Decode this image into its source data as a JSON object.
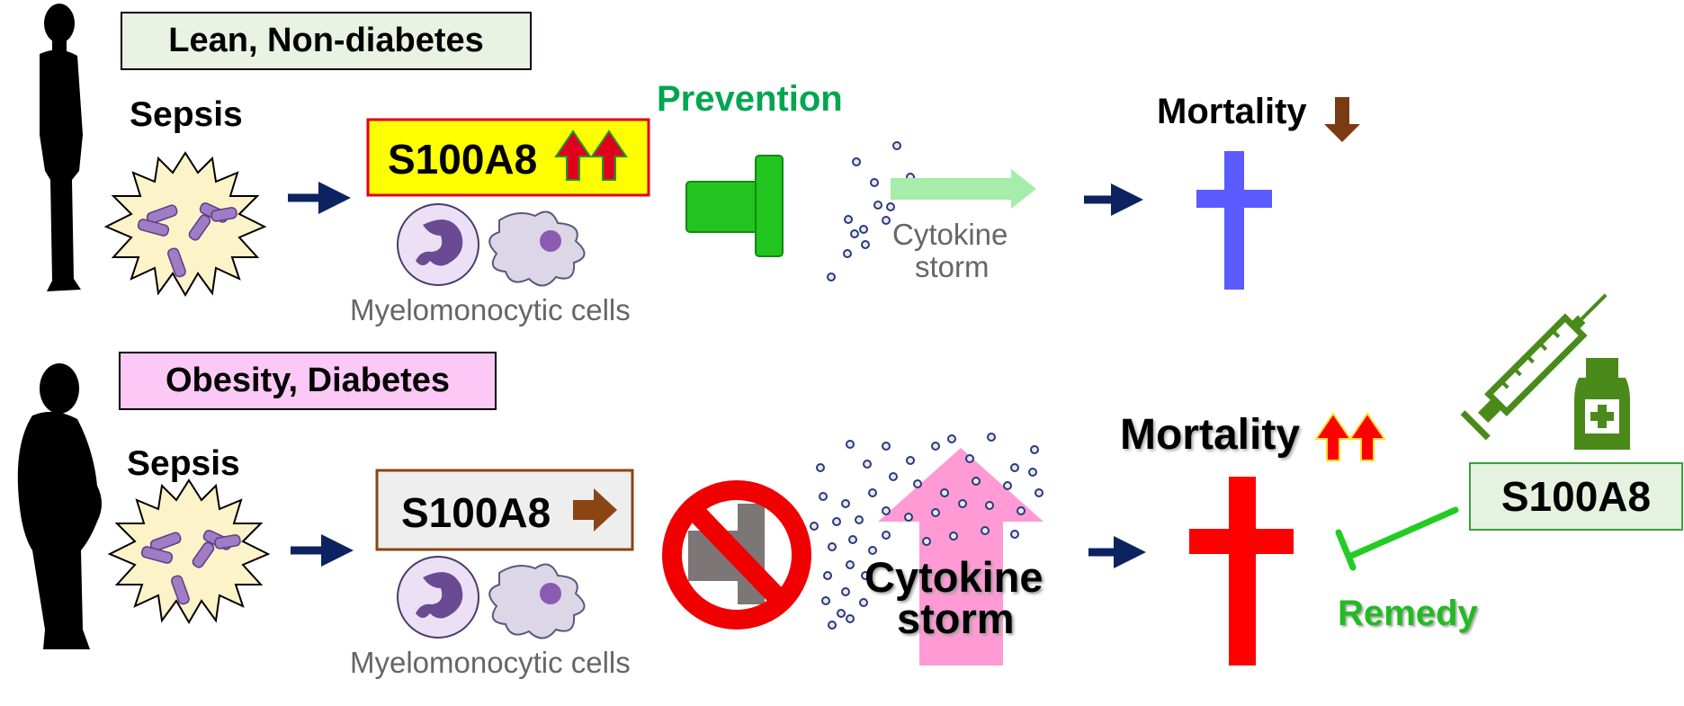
{
  "top_row": {
    "condition_label": "Lean, Non-diabetes",
    "sepsis_label": "Sepsis",
    "protein_label": "S100A8",
    "cells_label": "Myelomonocytic cells",
    "prevention_label": "Prevention",
    "cytokine_label_line1": "Cytokine",
    "cytokine_label_line2": "storm",
    "mortality_label": "Mortality"
  },
  "bottom_row": {
    "condition_label": "Obesity, Diabetes",
    "sepsis_label": "Sepsis",
    "protein_label": "S100A8",
    "cells_label": "Myelomonocytic cells",
    "cytokine_label_line1": "Cytokine",
    "cytokine_label_line2": "storm",
    "mortality_label": "Mortality",
    "remedy_label": "Remedy",
    "treatment_label": "S100A8"
  },
  "colors": {
    "lean_box_fill": "#eaf3e3",
    "obese_box_fill": "#fcc8f5",
    "s100a8_top_fill": "#ffff00",
    "s100a8_top_border": "#e0001b",
    "s100a8_bottom_fill": "#eeeeee",
    "s100a8_bottom_border": "#8b4513",
    "prevention_green": "#00a650",
    "remedy_green": "#22bb22",
    "cross_blue": "#5a5aff",
    "cross_red": "#ff0000",
    "arrow_navy": "#0d2260",
    "cytokine_pink": "#ff9ad5",
    "cytokine_green": "#a6ecaa",
    "treatment_box_fill": "#e5f2df",
    "treatment_box_border": "#3aa13a"
  },
  "icons": [
    "person-silhouette-lean",
    "person-silhouette-obese",
    "bacteria-burst-icon",
    "neutrophil-icon",
    "macrophage-icon",
    "block-icon",
    "prohibition-icon",
    "cross-icon",
    "syringe-icon",
    "medicine-bottle-icon",
    "up-arrow-icon",
    "down-arrow-icon",
    "right-arrow-icon",
    "inhibition-arrow-icon"
  ]
}
